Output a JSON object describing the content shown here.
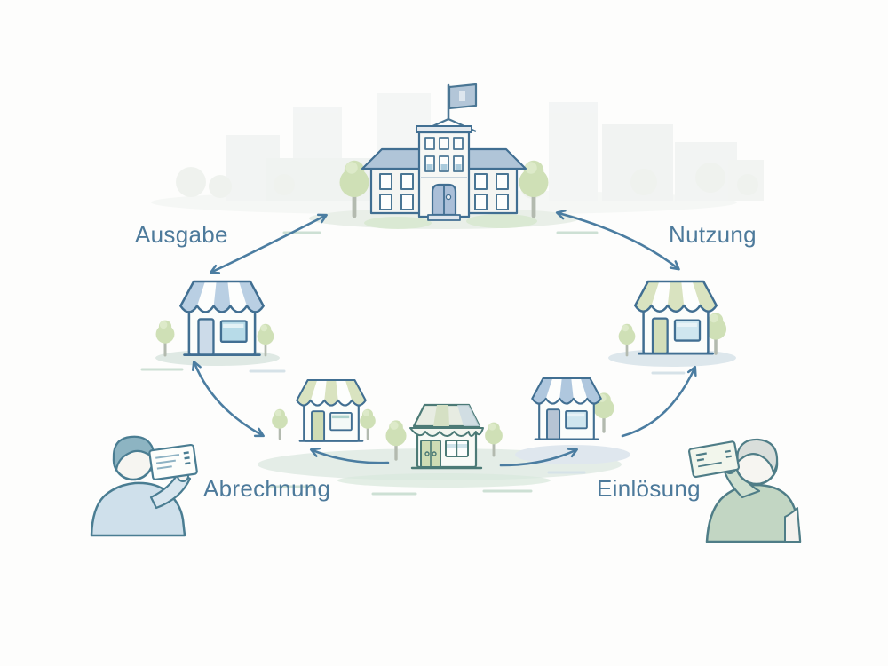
{
  "diagram": {
    "labels": {
      "ausgabe": "Ausgabe",
      "nutzung": "Nutzung",
      "abrechnung": "Abrechnung",
      "einloesung": "Einlösung"
    },
    "nodes": [
      {
        "id": "institution",
        "icon": "institution-building-icon"
      },
      {
        "id": "shop-upper-left",
        "icon": "shop-icon"
      },
      {
        "id": "shop-upper-right",
        "icon": "shop-icon"
      },
      {
        "id": "shop-lower-left",
        "icon": "shop-icon"
      },
      {
        "id": "shop-center",
        "icon": "shop-icon"
      },
      {
        "id": "shop-lower-right",
        "icon": "shop-icon"
      },
      {
        "id": "person-left",
        "icon": "person-with-voucher-icon"
      },
      {
        "id": "person-right",
        "icon": "person-with-voucher-icon"
      }
    ],
    "flows": [
      {
        "from": "institution",
        "to": "shop-upper-left",
        "label": "Ausgabe",
        "bidirectional": true
      },
      {
        "from": "institution",
        "to": "shop-upper-right",
        "label": "Nutzung",
        "bidirectional": true
      },
      {
        "from": "shop-upper-left",
        "to": "shop-lower-left",
        "bidirectional": true
      },
      {
        "from": "shop-center",
        "to": "shop-lower-left",
        "label": "Abrechnung",
        "bidirectional": false
      },
      {
        "from": "shop-center",
        "to": "shop-lower-right",
        "label": "Einlösung",
        "bidirectional": false
      },
      {
        "from": "shop-lower-right",
        "to": "shop-upper-right",
        "bidirectional": false
      }
    ],
    "colors": {
      "label_text": "#4d7a9b",
      "arrow": "#4b7da1",
      "outline": "#416f92",
      "awning_blue": "#b9cfe3",
      "awning_green": "#d9e3c0",
      "tree_green": "#cfe0b6",
      "shirt_blue": "#cfe0eb",
      "shirt_green": "#c2d6c3"
    }
  }
}
